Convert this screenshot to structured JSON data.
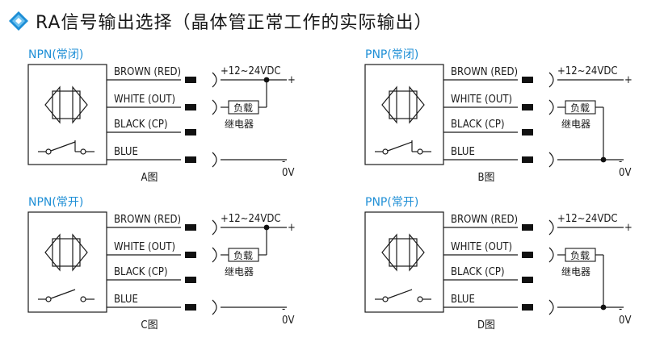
{
  "header": {
    "title": "RA信号输出选择（晶体管正常工作的实际输出）"
  },
  "colors": {
    "accent": "#1f8fd6",
    "line": "#1a1a1a",
    "terminal": "#111111"
  },
  "panels": [
    {
      "section": "NPN(常闭)",
      "caption": "A图",
      "wires": [
        "BROWN (RED)",
        "WHITE (OUT)",
        "BLACK (CP)",
        "BLUE"
      ],
      "supply": "+12~24VDC",
      "plus": "+",
      "minus": "-",
      "zero": "0V",
      "load": "负载",
      "relay": "继电器"
    },
    {
      "section": "PNP(常闭)",
      "caption": "B图",
      "wires": [
        "BROWN (RED)",
        "WHITE (OUT)",
        "BLACK (CP)",
        "BLUE"
      ],
      "supply": "+12~24VDC",
      "plus": "+",
      "minus": "-",
      "zero": "0V",
      "load": "负载",
      "relay": "继电器"
    },
    {
      "section": "NPN(常开)",
      "caption": "C图",
      "wires": [
        "BROWN (RED)",
        "WHITE (OUT)",
        "BLACK (CP)",
        "BLUE"
      ],
      "supply": "+12~24VDC",
      "plus": "+",
      "minus": "-",
      "zero": "0V",
      "load": "负载",
      "relay": "继电器"
    },
    {
      "section": "PNP(常开)",
      "caption": "D图",
      "wires": [
        "BROWN (RED)",
        "WHITE (OUT)",
        "BLACK (CP)",
        "BLUE"
      ],
      "supply": "+12~24VDC",
      "plus": "+",
      "minus": "-",
      "zero": "0V",
      "load": "负载",
      "relay": "继电器"
    }
  ]
}
